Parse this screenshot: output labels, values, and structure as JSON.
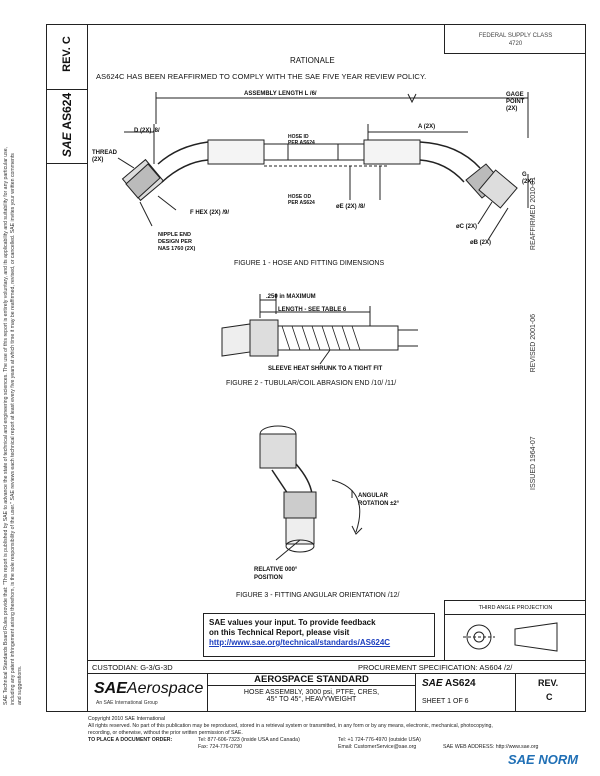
{
  "header": {
    "rev_label": "REV.",
    "rev_value": "C",
    "doc_number": "AS624",
    "sae_mark": "SAE",
    "federal_class_line1": "FEDERAL SUPPLY CLASS",
    "federal_class_line2": "4720"
  },
  "rationale": {
    "heading": "RATIONALE",
    "text": "AS624C HAS BEEN REAFFIRMED TO COMPLY WITH THE SAE FIVE YEAR REVIEW POLICY."
  },
  "figure1": {
    "caption": "FIGURE 1 - HOSE AND FITTING DIMENSIONS",
    "labels": {
      "assembly_length": "ASSEMBLY LENGTH L /6/",
      "gage_point": "GAGE\nPOINT\n(2X)",
      "d": "D (2X) /8/",
      "thread": "THREAD\n(2X)",
      "hose_id": "HOSE ID\nPER AS624",
      "hose_od": "HOSE OD\nPER AS624",
      "a": "A (2X)",
      "f_hex": "F HEX (2X) /9/",
      "e": "øE (2X) /8/",
      "nipple": "NIPPLE END\nDESIGN PER\nNAS 1760 (2X)",
      "g": "G\n(2X)",
      "c": "øC (2X)",
      "b": "øB (2X)"
    }
  },
  "figure2": {
    "caption": "FIGURE 2 - TUBULAR/COIL ABRASION END /10/ /11/",
    "labels": {
      "max": ".250 in MAXIMUM",
      "length": "LENGTH - SEE TABLE 6",
      "sleeve": "SLEEVE HEAT SHRUNK TO A TIGHT FIT"
    }
  },
  "figure3": {
    "caption": "FIGURE 3 - FITTING ANGULAR ORIENTATION /12/",
    "labels": {
      "angular": "ANGULAR\nROTATION ±2°",
      "relative": "RELATIVE 000°\nPOSITION"
    }
  },
  "side_note": "SAE Technical Standards Board Rules provide that: \"This report is published by SAE to advance the state of technical and engineering sciences. The use of this report is entirely voluntary, and its applicability and suitability for any particular use, including any patent infringement arising therefrom, is the sole responsibility of the user.\" SAE reviews each technical report at least every five years at which time it may be reaffirmed, revised, or cancelled. SAE invites your written comments and suggestions.",
  "right_strip": {
    "issued": "ISSUED 1964-07",
    "revised": "REVISED 2001-06",
    "reaffirmed": "REAFFIRMED 2010-01"
  },
  "feedback": {
    "line1": "SAE values your input. To provide feedback",
    "line2": "on this Technical Report, please visit",
    "url": "http://www.sae.org/technical/standards/AS624C"
  },
  "third_angle": "THIRD ANGLE PROJECTION",
  "custodian": "CUSTODIAN: G-3/G-3D",
  "procurement": "PROCUREMENT SPECIFICATION: AS604 /2/",
  "title_block": {
    "brand_sae": "SAE",
    "brand_aero": "Aerospace",
    "brand_sub": "An SAE International Group",
    "standard": "AEROSPACE STANDARD",
    "title_line1": "HOSE ASSEMBLY, 3000 psi, PTFE, CRES,",
    "title_line2": "45° TO 45°, HEAVYWEIGHT",
    "sheet": "SHEET 1 OF 6",
    "rev": "REV.",
    "rev_value": "C",
    "doc": "AS624"
  },
  "footer": {
    "copyright": "Copyright 2010 SAE International",
    "rights": "All rights reserved. No part of this publication may be reproduced, stored in a retrieval system or transmitted, in any form or by any means, electronic, mechanical, photocopying,",
    "rights2": "recording, or otherwise, without the prior written permission of SAE.",
    "order_label": "TO PLACE A DOCUMENT ORDER:",
    "tel": "Tel: 877-606-7323 (inside USA and Canada)",
    "tel2": "Tel: +1 724-776-4970 (outside USA)",
    "fax": "Fax: 724-776-0790",
    "email": "Email: CustomerService@sae.org",
    "web": "SAE WEB ADDRESS: http://www.sae.org",
    "watermark": "SAE NORM"
  }
}
